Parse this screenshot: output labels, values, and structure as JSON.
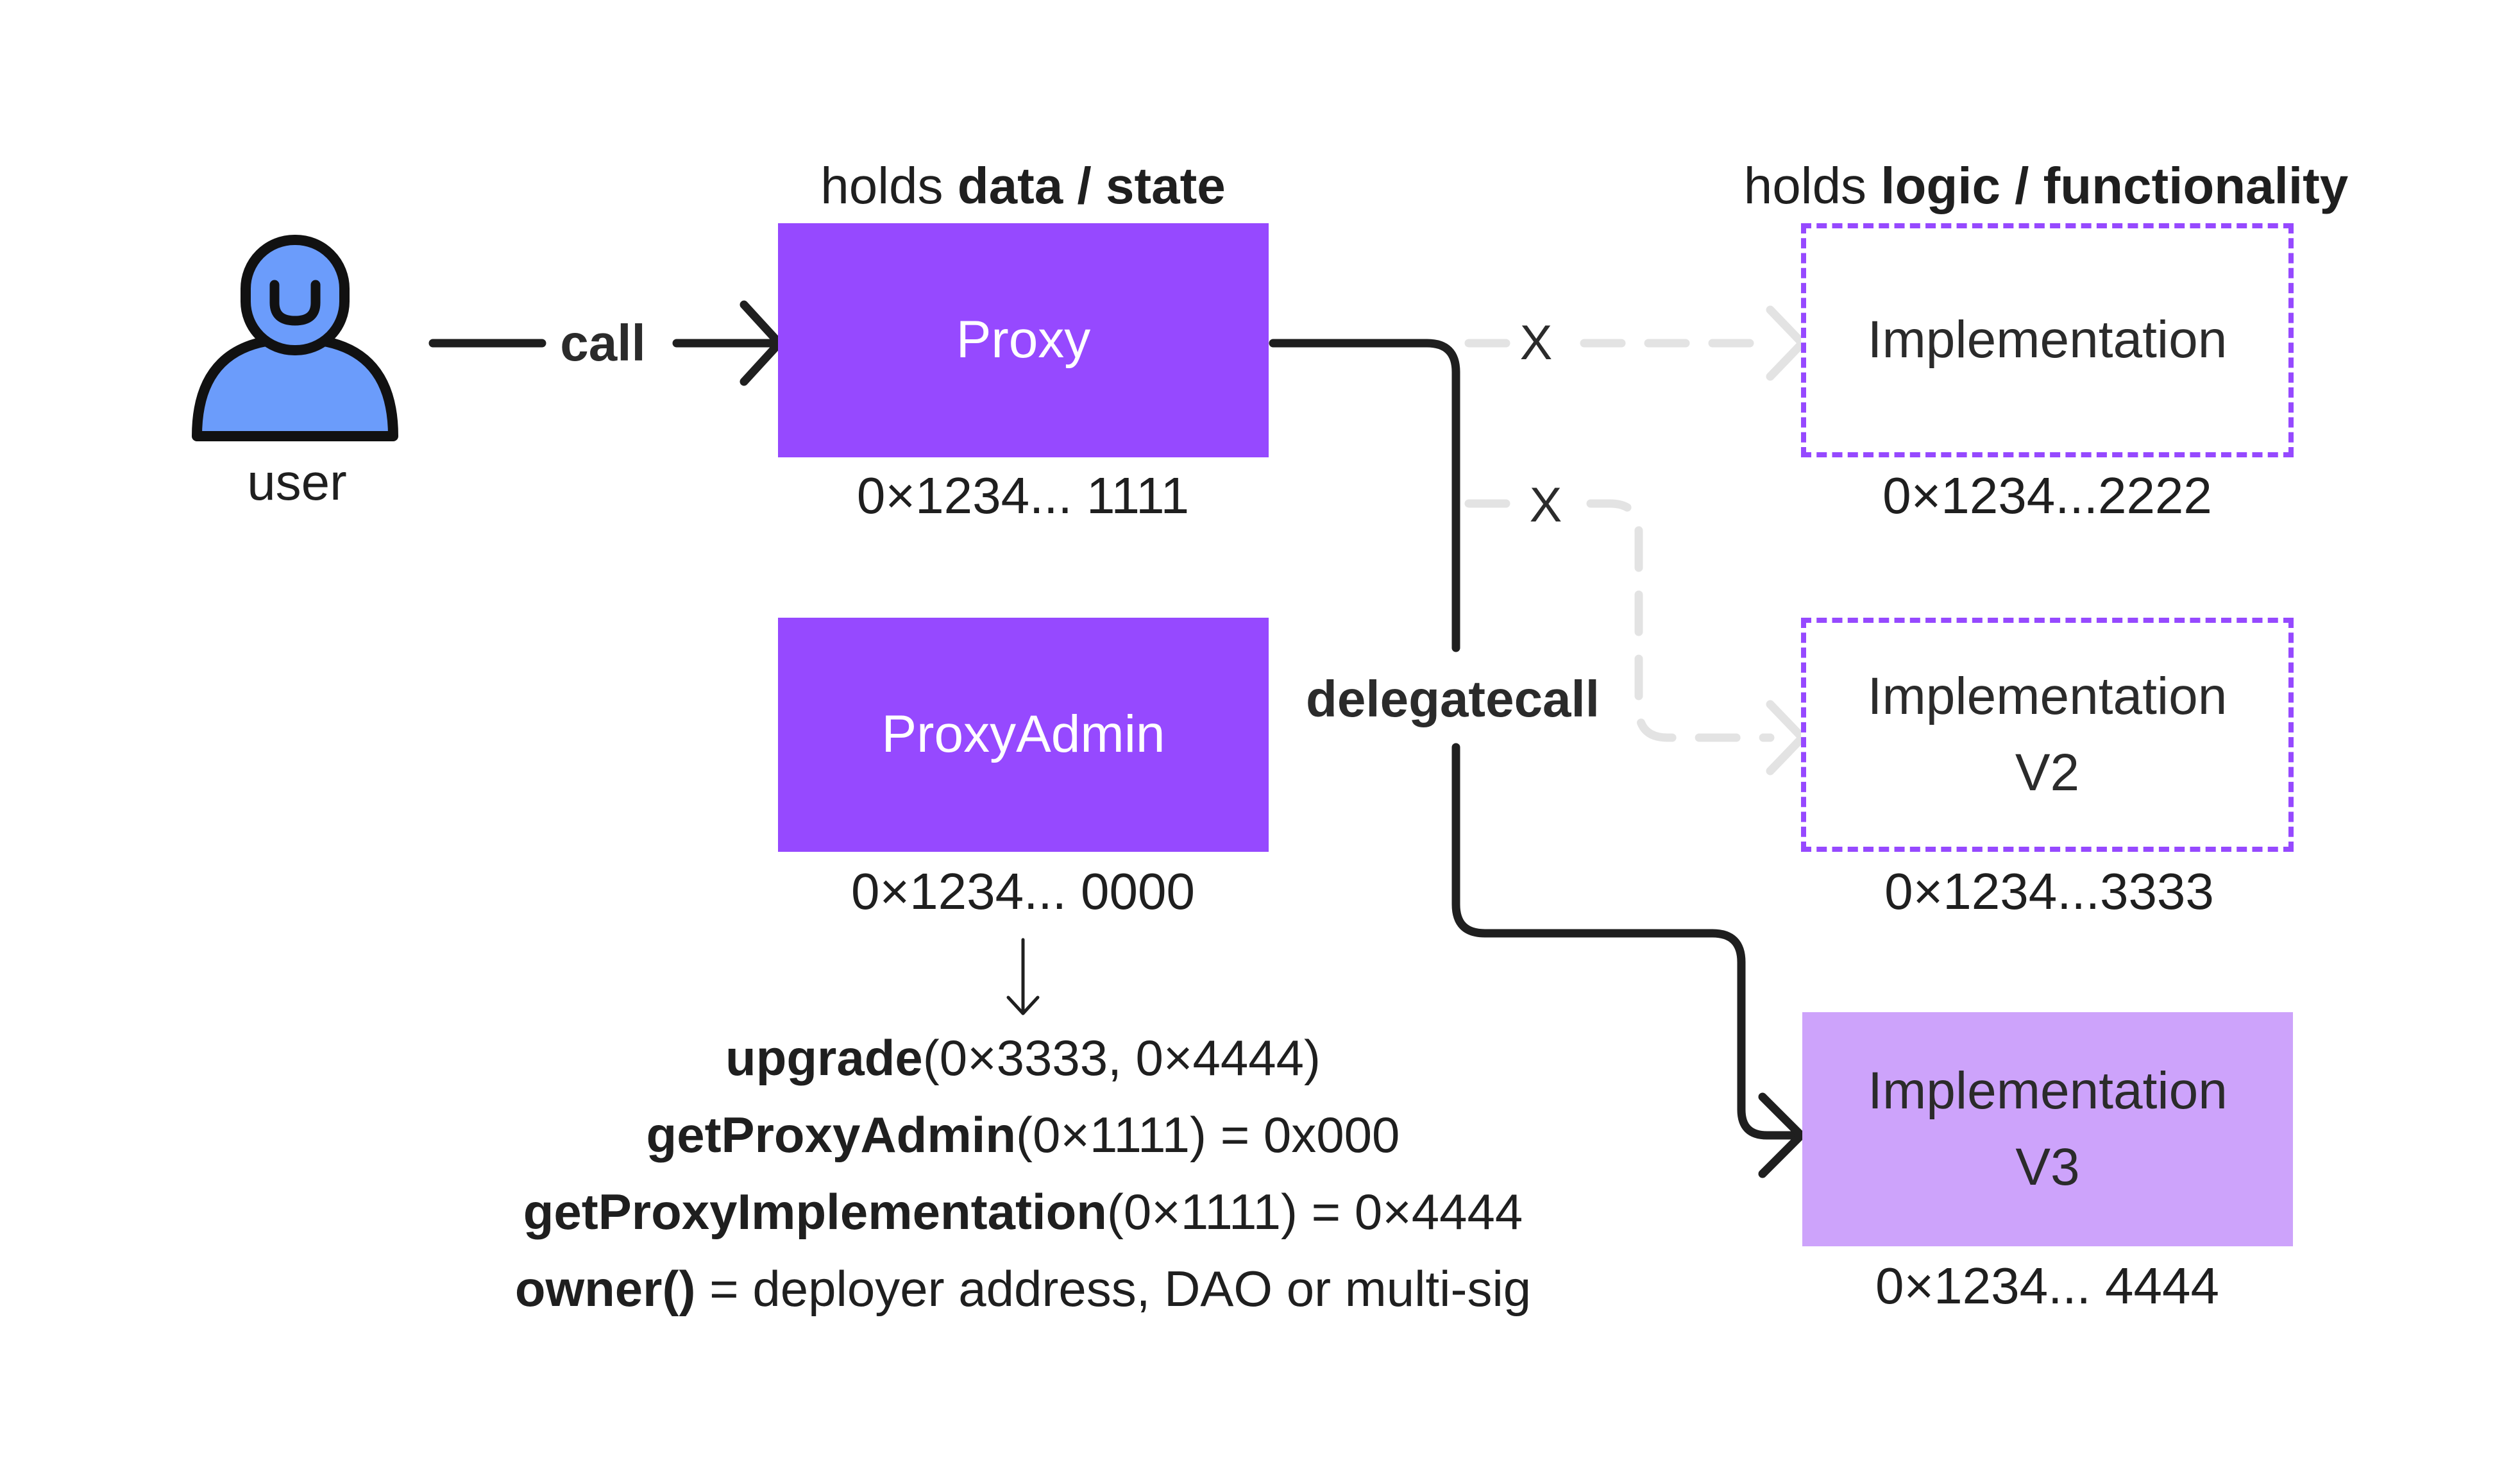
{
  "user": {
    "label": "user"
  },
  "headings": {
    "proxy_prefix": "holds",
    "proxy_bold": "data / state",
    "impl_prefix": "holds",
    "impl_bold": "logic / functionality"
  },
  "arrows": {
    "call": "call",
    "delegatecall": "delegatecall",
    "x1": "X",
    "x2": "X"
  },
  "proxy": {
    "label": "Proxy",
    "address": "0×1234... 1111"
  },
  "proxy_admin": {
    "label": "ProxyAdmin",
    "address": "0×1234... 0000"
  },
  "implementations": [
    {
      "line1": "Implementation",
      "line2": "",
      "address": "0×1234...2222",
      "state": "inactive"
    },
    {
      "line1": "Implementation",
      "line2": "V2",
      "address": "0×1234...3333",
      "state": "inactive"
    },
    {
      "line1": "Implementation",
      "line2": "V3",
      "address": "0×1234... 4444",
      "state": "active"
    }
  ],
  "functions": [
    {
      "name": "upgrade",
      "rest": "(0×3333, 0×4444)"
    },
    {
      "name": "getProxyAdmin",
      "rest": "(0×1111) = 0x000"
    },
    {
      "name": "getProxyImplementation",
      "rest": "(0×1111) = 0×4444"
    },
    {
      "name": "owner()",
      "rest": " = deployer address, DAO or multi-sig"
    }
  ],
  "colors": {
    "purple": "#9649ff",
    "light_purple": "#cda3fb",
    "user_blue": "#6b9cfb",
    "line": "#1f1f1f",
    "inactive_line": "#e3e3e3"
  }
}
